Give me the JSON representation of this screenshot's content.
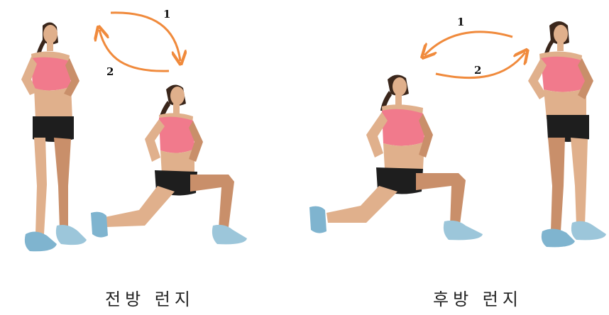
{
  "panels": [
    {
      "caption": "전방 런지",
      "arrows": [
        {
          "step": "1"
        },
        {
          "step": "2"
        }
      ]
    },
    {
      "caption": "후방 런지",
      "arrows": [
        {
          "step": "1"
        },
        {
          "step": "2"
        }
      ]
    }
  ],
  "colors": {
    "arrow": "#f08a3c",
    "skin": "#e0b08c",
    "skin_shade": "#c98f6a",
    "top": "#f17a8c",
    "shorts": "#1e1e1e",
    "hair": "#3a261b",
    "shoe": "#7fb4cf"
  }
}
